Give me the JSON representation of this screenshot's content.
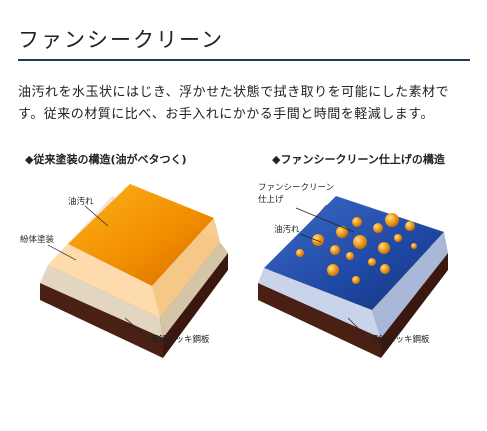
{
  "header": {
    "title": "ファンシークリーン"
  },
  "intro": {
    "text": "油汚れを水玉状にはじき、浮かせた状態で拭き取りを可能にした素材です。従来の材質に比べ、お手入れにかかる手間と時間を軽減します。"
  },
  "diagrams": {
    "left": {
      "caption": "◆従来塗装の構造(油がベタつく)",
      "label_oil": "油汚れ",
      "label_coating": "紛体塗装",
      "label_steel": "亜鉛メッキ鋼板"
    },
    "right": {
      "caption": "◆ファンシークリーン仕上げの構造",
      "label_finish_line1": "ファンシークリーン",
      "label_finish_line2": "仕上げ",
      "label_oil": "油汚れ",
      "label_steel": "亜鉛メッキ鋼板"
    }
  },
  "colors": {
    "title_rule": "#1e3a5f",
    "oil_orange": "#f08c00",
    "steel_brown": "#5a2a1c",
    "coating_cream": "#efe6d6",
    "clean_blue": "#1a3f94"
  }
}
